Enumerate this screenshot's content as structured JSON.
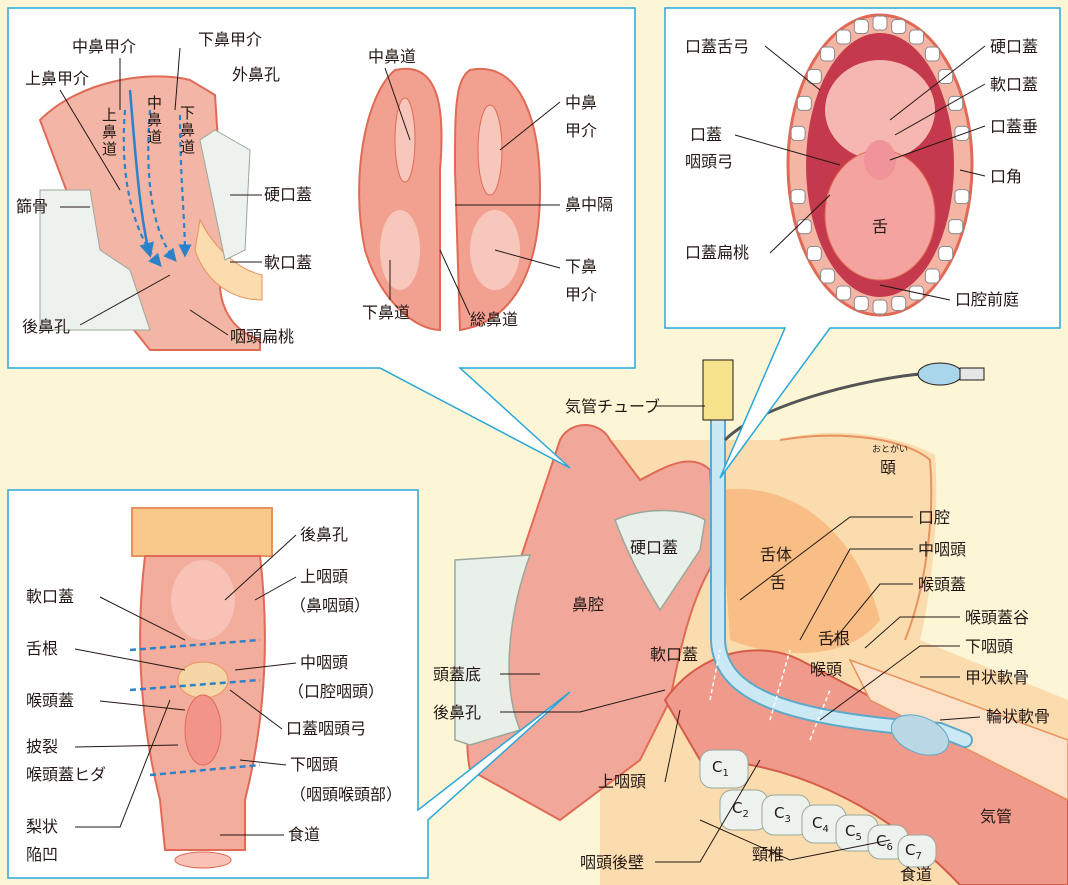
{
  "nasal_panel": {
    "upper_turbinate": "上鼻甲介",
    "middle_turbinate": "中鼻甲介",
    "lower_turbinate": "下鼻甲介",
    "external_nostril": "外鼻孔",
    "upper_meatus_chars": [
      "上",
      "鼻",
      "道"
    ],
    "middle_meatus_chars": [
      "中",
      "鼻",
      "道"
    ],
    "lower_meatus_chars": [
      "下",
      "鼻",
      "道"
    ],
    "ethmoid": "篩骨",
    "hard_palate": "硬口蓋",
    "soft_palate": "軟口蓋",
    "choana": "後鼻孔",
    "pharyngeal_tonsil": "咽頭扁桃",
    "cs_middle_meatus": "中鼻道",
    "cs_middle_turbinate_l1": "中鼻",
    "cs_middle_turbinate_l2": "甲介",
    "cs_septum": "鼻中隔",
    "cs_lower_turbinate_l1": "下鼻",
    "cs_lower_turbinate_l2": "甲介",
    "cs_lower_meatus": "下鼻道",
    "cs_common_meatus": "総鼻道"
  },
  "mouth_panel": {
    "palatoglossal_arch": "口蓋舌弓",
    "hard_palate": "硬口蓋",
    "soft_palate": "軟口蓋",
    "palatopharyngeal_l1": "口蓋",
    "palatopharyngeal_l2": "咽頭弓",
    "uvula": "口蓋垂",
    "mouth_corner": "口角",
    "tongue": "舌",
    "tonsil": "口蓋扁桃",
    "vestibule": "口腔前庭"
  },
  "pharynx_panel": {
    "choana": "後鼻孔",
    "soft_palate": "軟口蓋",
    "nasopharynx_l1": "上咽頭",
    "nasopharynx_l2": "（鼻咽頭）",
    "tongue_root": "舌根",
    "oropharynx_l1": "中咽頭",
    "oropharynx_l2": "（口腔咽頭）",
    "epiglottis": "喉頭蓋",
    "palatopharyngeal_arch": "口蓋咽頭弓",
    "aryepiglottic_l1": "披裂",
    "aryepiglottic_l2": "喉頭蓋ヒダ",
    "hypopharynx_l1": "下咽頭",
    "hypopharynx_l2": "（咽頭喉頭部）",
    "piriform_l1": "梨状",
    "piriform_l2": "陥凹",
    "esophagus": "食道"
  },
  "main": {
    "tube": "気管チューブ",
    "jaw_ruby": "おとがい",
    "jaw": "頤",
    "hard_palate": "硬口蓋",
    "tongue_body_l1": "舌体",
    "tongue_body_l2": "舌",
    "oral_cavity": "口腔",
    "oropharynx": "中咽頭",
    "nasal_cavity": "鼻腔",
    "epiglottis": "喉頭蓋",
    "tongue_root": "舌根",
    "vallecula": "喉頭蓋谷",
    "hypopharynx": "下咽頭",
    "skull_base": "頭蓋底",
    "soft_palate": "軟口蓋",
    "larynx": "喉頭",
    "thyroid_cartilage": "甲状軟骨",
    "choana": "後鼻孔",
    "cricoid_cartilage": "輪状軟骨",
    "nasopharynx": "上咽頭",
    "posterior_wall": "咽頭後壁",
    "cervical_spine": "頸椎",
    "esophagus": "食道",
    "trachea": "気管",
    "vertebra_letter": "C",
    "vertebra_subs": [
      "1",
      "2",
      "3",
      "4",
      "5",
      "6",
      "7"
    ]
  },
  "colors": {
    "background": "#fdf6d6",
    "panel_border": "#2aa7d9",
    "flesh": "#f1a79a",
    "flesh_dark": "#e06a55",
    "bone": "#f7c995",
    "tube": "#bfe3f2",
    "airflow_arrow": "#2a83c9"
  }
}
